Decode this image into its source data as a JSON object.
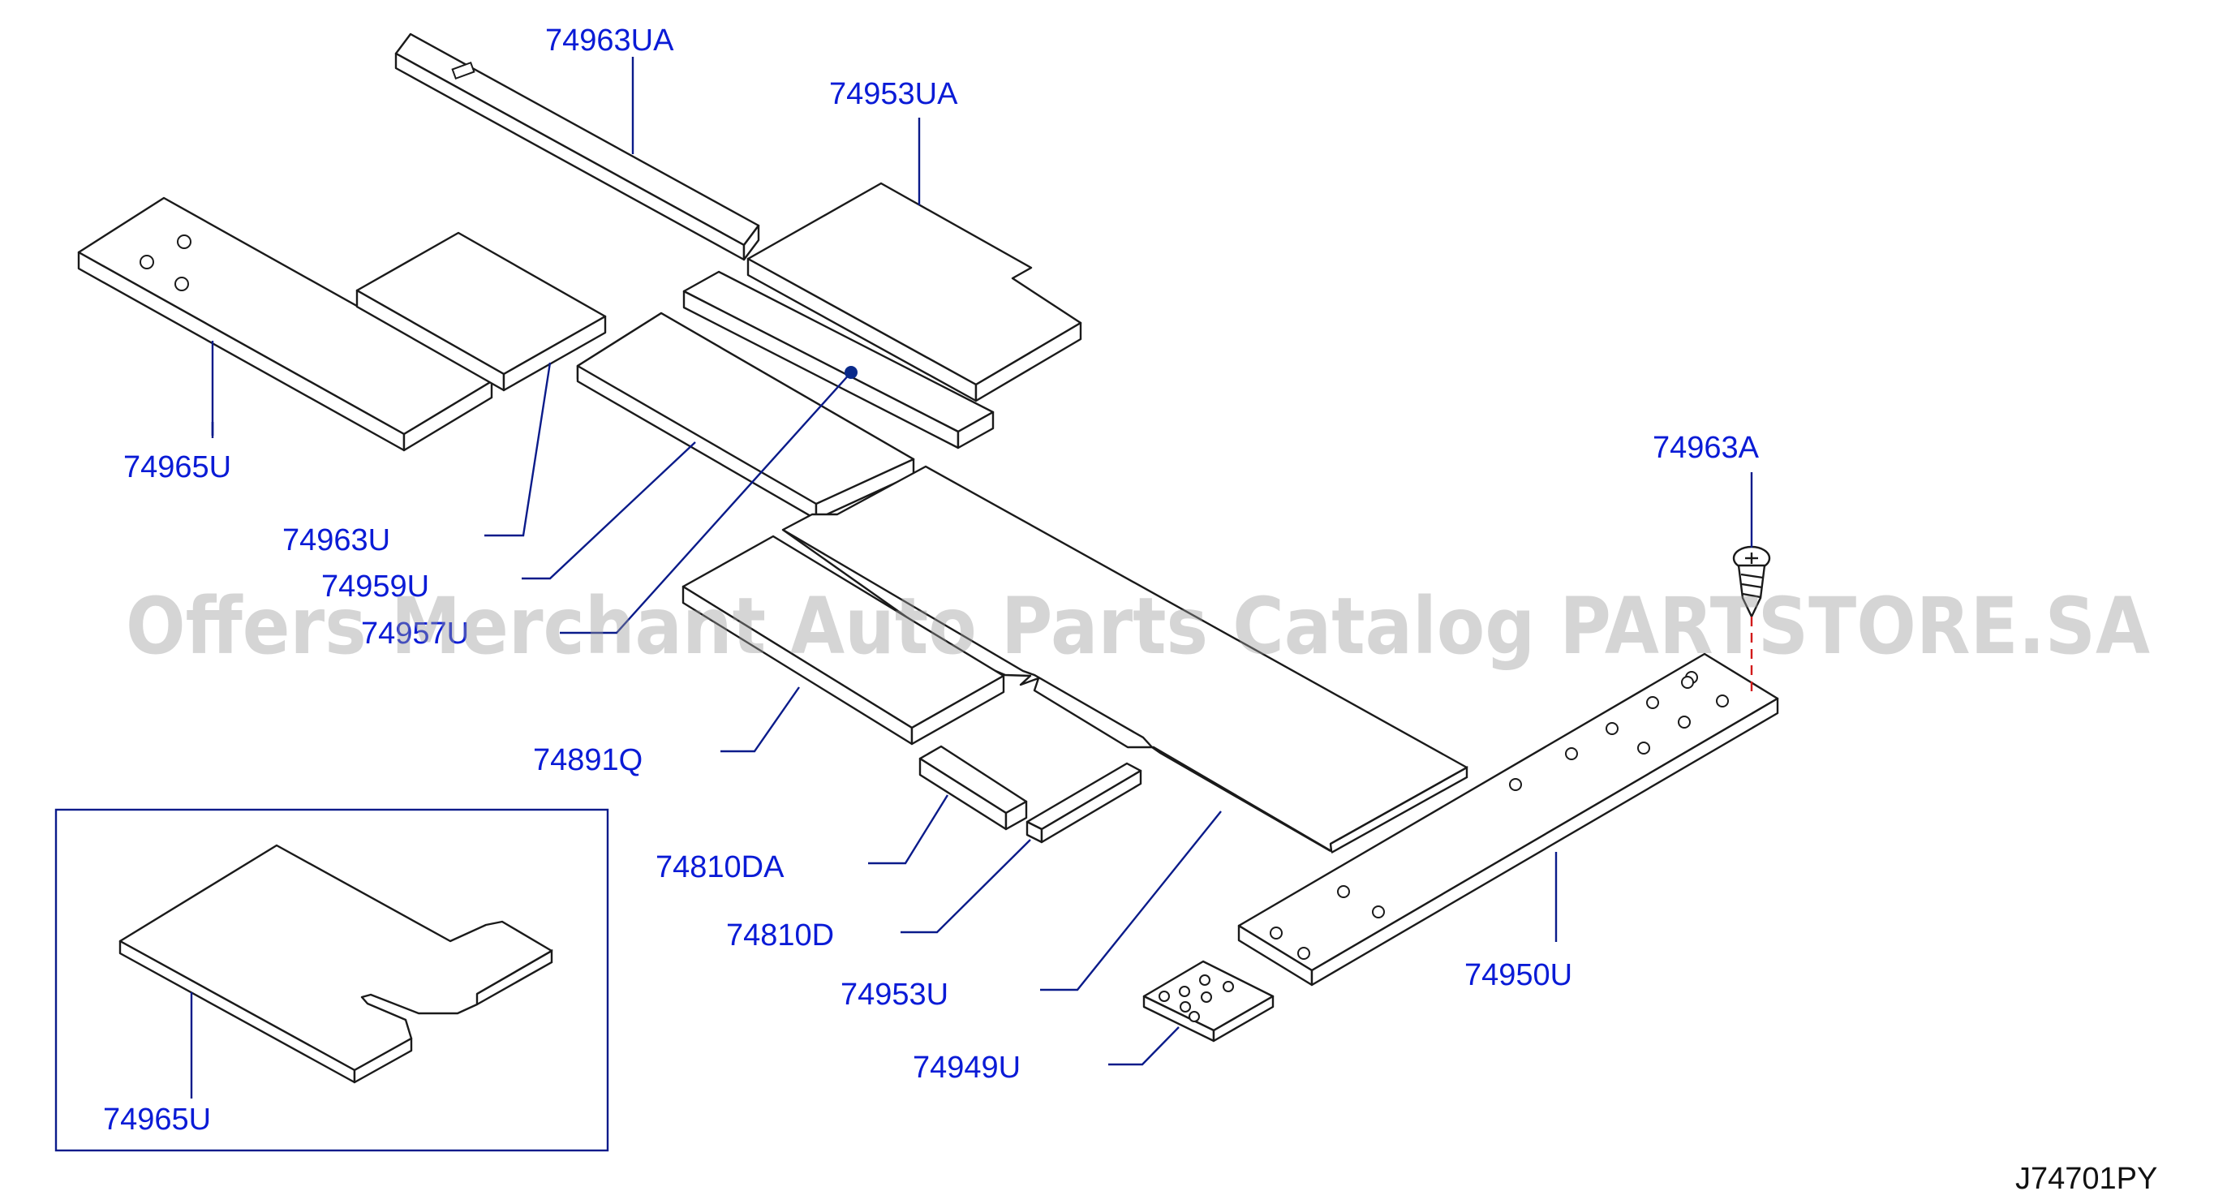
{
  "diagram": {
    "labels": {
      "p74963UA": "74963UA",
      "p74953UA": "74953UA",
      "p74965U_top": "74965U",
      "p74963U": "74963U",
      "p74959U": "74959U",
      "p74957U": "74957U",
      "p74963A": "74963A",
      "p74891Q": "74891Q",
      "p74810DA": "74810DA",
      "p74810D": "74810D",
      "p74953U": "74953U",
      "p74949U": "74949U",
      "p74950U": "74950U",
      "p74965U_inset": "74965U"
    },
    "code": "J74701PY",
    "watermark": "Offers Merchant Auto Parts Catalog PARTSTORE.SA"
  }
}
